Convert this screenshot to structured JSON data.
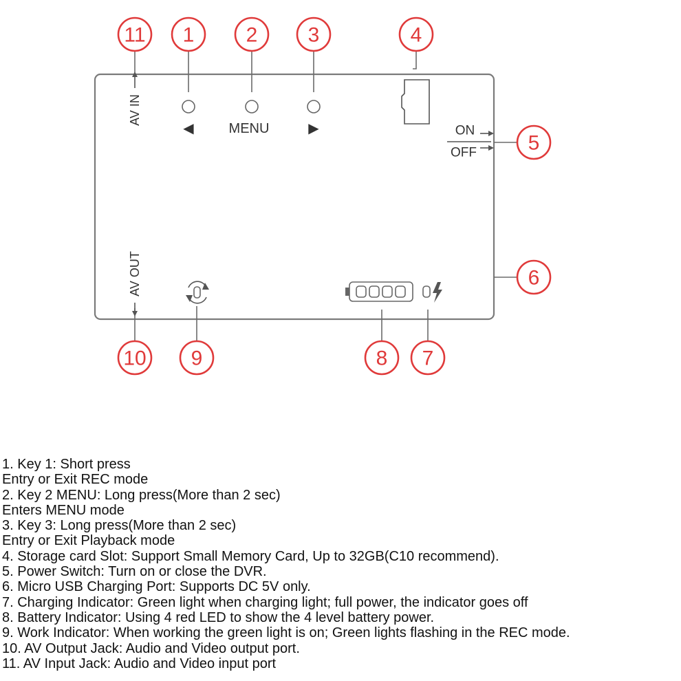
{
  "device": {
    "av_in_label": "AV IN",
    "av_out_label": "AV OUT",
    "menu_label": "MENU",
    "left_arrow": "◀",
    "right_arrow": "▶",
    "on_label": "ON",
    "off_label": "OFF"
  },
  "callouts": {
    "n1": "1",
    "n2": "2",
    "n3": "3",
    "n4": "4",
    "n5": "5",
    "n6": "6",
    "n7": "7",
    "n8": "8",
    "n9": "9",
    "n10": "10",
    "n11": "11"
  },
  "legend": [
    "1. Key 1: Short press",
    "Entry or Exit REC mode",
    "2. Key 2 MENU: Long press(More than 2 sec)",
    "Enters MENU mode",
    "3. Key 3: Long press(More than 2 sec)",
    "Entry or Exit Playback mode",
    "4. Storage card Slot: Support Small Memory Card, Up to 32GB(C10 recommend).",
    "5. Power Switch: Turn on or close the DVR.",
    "6. Micro USB Charging Port: Supports DC 5V only.",
    "7. Charging Indicator: Green light when charging light; full power, the indicator goes off",
    "8. Battery Indicator: Using 4 red LED to show the 4 level battery power.",
    "9. Work Indicator: When working the green light is on; Green lights flashing in the REC mode.",
    "10. AV Output Jack: Audio and Video output port.",
    "11. AV Input Jack: Audio and Video input port"
  ]
}
